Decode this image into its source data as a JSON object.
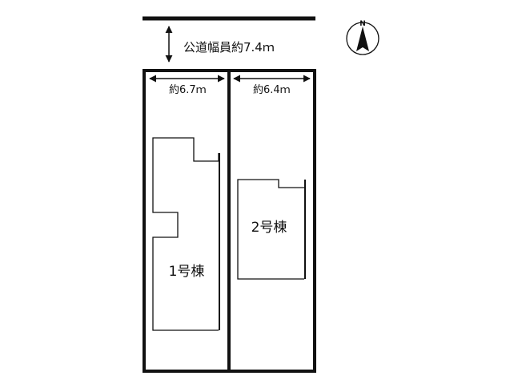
{
  "road": {
    "width_label": "公道幅員約7.4ｍ"
  },
  "compass": {
    "north_label": "N"
  },
  "lots": [
    {
      "width_label": "約6.7ｍ",
      "building_label": "1号棟"
    },
    {
      "width_label": "約6.4ｍ",
      "building_label": "2号棟"
    }
  ],
  "colors": {
    "line": "#111111",
    "background": "#ffffff"
  }
}
